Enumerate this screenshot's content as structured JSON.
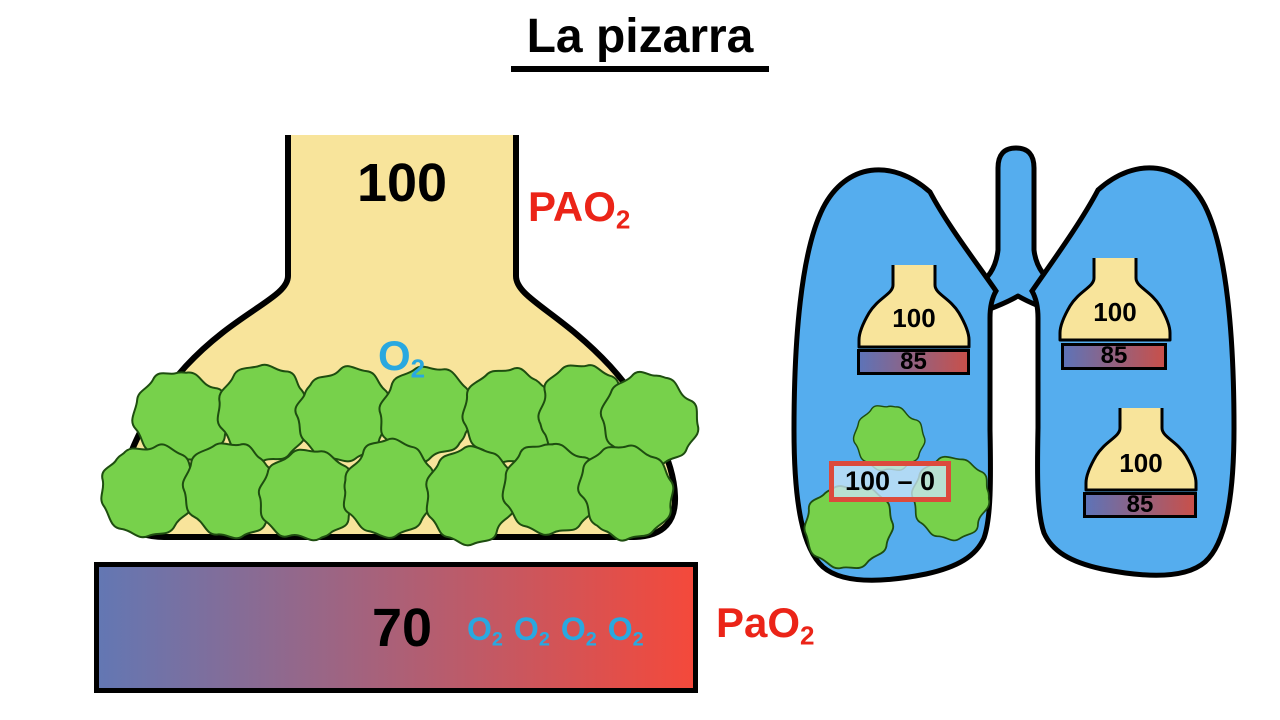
{
  "title": "La pizarra",
  "alveolus": {
    "value": "100",
    "label": {
      "main": "PAO",
      "sub": "2"
    },
    "o2": {
      "main": "O",
      "sub": "2"
    }
  },
  "arterial_bar": {
    "value": "70",
    "molecule": {
      "main": "O",
      "sub": "2"
    },
    "label": {
      "main": "PaO",
      "sub": "2"
    }
  },
  "lungs": {
    "alveolus_units": [
      {
        "alveolar_value": "100",
        "capillary_value": "85"
      },
      {
        "alveolar_value": "100",
        "capillary_value": "85"
      },
      {
        "alveolar_value": "100",
        "capillary_value": "85"
      }
    ],
    "shunt_label": "100 – 0"
  },
  "colors": {
    "alveolus_fill": "#F8E49B",
    "outline": "#000000",
    "green_splat": "#77D14B",
    "green_splat_stroke": "#1E4D10",
    "lung_fill": "#55ADEE",
    "label_red": "#EB2418",
    "o2_blue": "#29A8E0",
    "bar_gradient_left": "#6377B3",
    "bar_gradient_right": "#F4493B",
    "capillary_gradient_left": "#5E73B7",
    "capillary_gradient_right": "#C8504A",
    "shunt_box_border": "#DC4A3C",
    "shunt_box_fill": "#CBE6F7"
  }
}
